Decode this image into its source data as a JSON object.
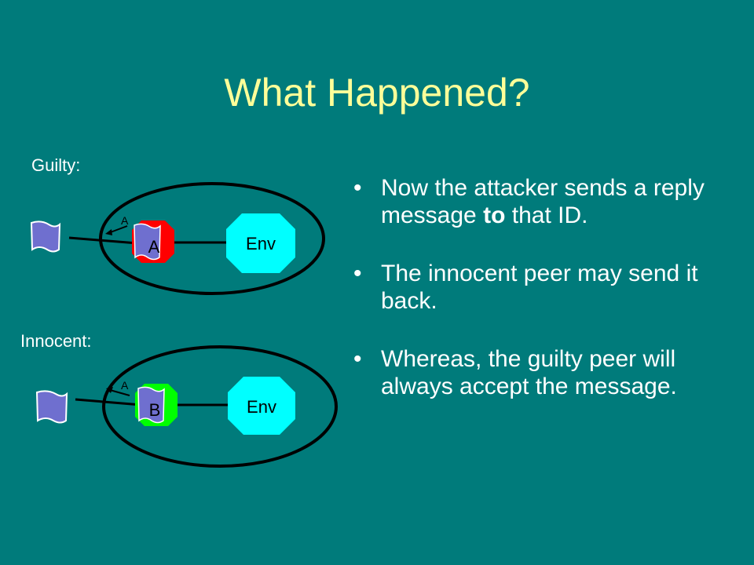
{
  "slide": {
    "title": "What Happened?"
  },
  "diagram": {
    "guilty_label": "Guilty:",
    "innocent_label": "Innocent:",
    "top": {
      "node_label": "A",
      "arrow_label": "A",
      "env_label": "Env",
      "node_color": "#ff0000"
    },
    "bottom": {
      "node_label": "B",
      "arrow_label": "A",
      "env_label": "Env",
      "node_color": "#00ff00"
    },
    "env_color": "#00ffff",
    "message_color": "#6f6fcf"
  },
  "bullets": [
    {
      "pre": "Now the attacker sends a reply message ",
      "bold": "to",
      "post": " that ID."
    },
    {
      "pre": "The innocent peer may send it back.",
      "bold": "",
      "post": ""
    },
    {
      "pre": "Whereas, the guilty peer will always accept the message.",
      "bold": "",
      "post": ""
    }
  ]
}
